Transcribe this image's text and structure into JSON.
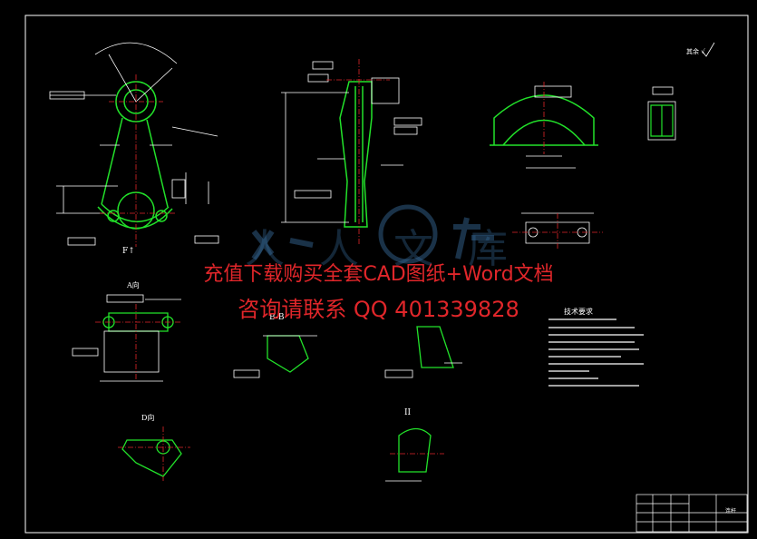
{
  "watermark": {
    "line1": "充值下载购买全套CAD图纸+Word文档",
    "line2": "咨询请联系  QQ 401339828",
    "brand": "人人文库"
  },
  "views": {
    "f_label": "F↑",
    "roughness_note": "其余 √",
    "section_a": "A向",
    "section_bb": "B-B",
    "detail_d": "D向",
    "detail_ii": "II"
  },
  "technical_requirements": {
    "title": "技术要求"
  },
  "title_block": {
    "label": "连杆"
  },
  "colors": {
    "background": "#000000",
    "outline": "#ffffff",
    "part": "#22e22a",
    "center": "#e0262a",
    "watermark": "#e0262a"
  }
}
